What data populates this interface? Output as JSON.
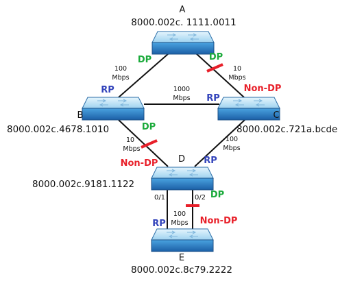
{
  "switches": {
    "a": {
      "name": "A",
      "bridge_id": "8000.002c. 1111.0011"
    },
    "b": {
      "name": "B",
      "bridge_id": "8000.002c.4678.1010"
    },
    "c": {
      "name": "C",
      "bridge_id": "8000.002c.721a.bcde"
    },
    "d": {
      "name": "D",
      "bridge_id": "8000.002c.9181.1122"
    },
    "e": {
      "name": "E",
      "bridge_id": "8000.002c.8c79.2222"
    }
  },
  "links": {
    "ab": {
      "speed_value": "100",
      "speed_unit": "Mbps"
    },
    "ac": {
      "speed_value": "10",
      "speed_unit": "Mbps"
    },
    "bc": {
      "speed_value": "1000",
      "speed_unit": "Mbps"
    },
    "bd": {
      "speed_value": "10",
      "speed_unit": "Mbps"
    },
    "cd": {
      "speed_value": "100",
      "speed_unit": "Mbps"
    },
    "de": {
      "speed_value": "100",
      "speed_unit": "Mbps",
      "port_left": "0/1",
      "port_right": "0/2"
    }
  },
  "roles": {
    "a_to_b": "DP",
    "a_to_c": "DP",
    "b_root": "RP",
    "c_root": "RP",
    "c_to_a": "Non-DP",
    "b_to_d": "DP",
    "d_to_b": "Non-DP",
    "d_root": "RP",
    "d_to_e_port2": "DP",
    "e_root": "RP",
    "e_port2": "Non-DP"
  },
  "colors": {
    "designated_port": "#1aaa3a",
    "root_port": "#3344bb",
    "non_designated_port": "#e8202a",
    "switch_top": "#bfe4f7",
    "switch_front": "#2a7fc6"
  }
}
